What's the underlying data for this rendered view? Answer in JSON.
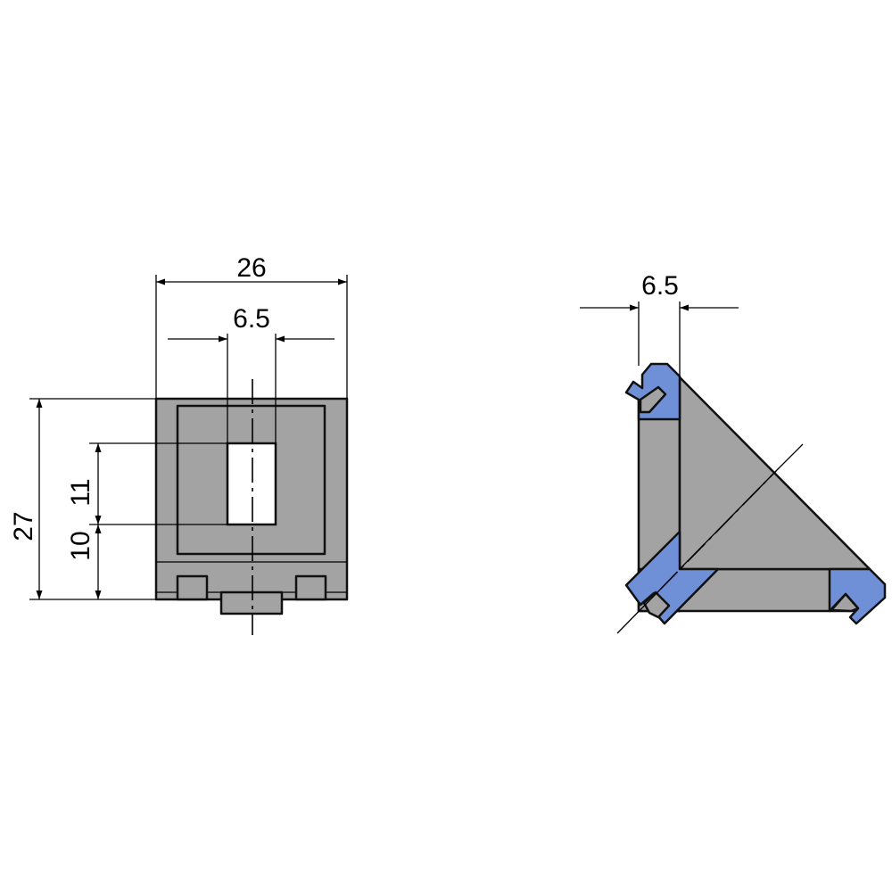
{
  "front_view": {
    "dimensions": {
      "width": "26",
      "slot_width": "6.5",
      "height": "27",
      "slot_height": "11",
      "slot_offset": "10"
    }
  },
  "side_view": {
    "dimensions": {
      "slot_width": "6.5"
    }
  },
  "colors": {
    "body": "#a3a3a3",
    "accent": "#6f8fd6"
  }
}
